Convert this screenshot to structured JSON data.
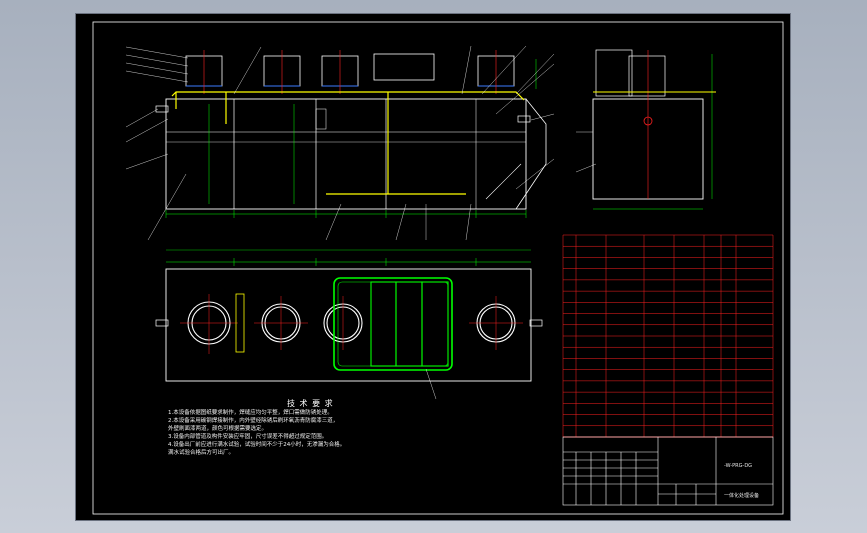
{
  "technical_requirements": {
    "title": "技 术 要 求",
    "lines": [
      "1.本设备依据图纸要求制作，焊缝应均匀平整，焊口需做防锈处理。",
      "2.本设备采用碳钢焊接制作，内外壁经除锈后刷环氧沥青防腐漆三道，",
      "  外壁刷面漆两道，颜色可根据需要选定。",
      "3.设备内部管道及构件安装应牢固，尺寸误差不得超过规定范围。",
      "4.设备出厂前应进行满水试验，试验时间不少于24小时，无渗漏为合格。",
      "  满水试验合格后方可出厂。"
    ]
  },
  "parts_table_rows": 17,
  "title_block": {
    "drawing_number": "-W-PRG-DG",
    "drawing_title": "一体化处理设备"
  },
  "colors": {
    "outline": "#ffffff",
    "dimension": "#00ff00",
    "piping": "#ffff00",
    "centerline": "#ff2020",
    "table": "#ff2020"
  }
}
